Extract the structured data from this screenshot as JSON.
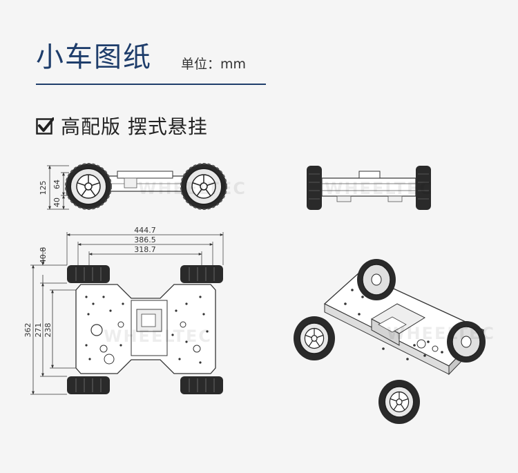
{
  "header": {
    "title": "小车图纸",
    "unit_label": "单位：mm"
  },
  "section": {
    "heading": "高配版 摆式悬挂",
    "checkbox_icon": "check-box-icon"
  },
  "watermark": "WHEELTEC",
  "side_view": {
    "dim_total_height": "125",
    "dim_wheel": "64",
    "dim_clearance": "40"
  },
  "top_view": {
    "dim_overall_width": "444.7",
    "dim_outer_track": "386.5",
    "dim_inner_track": "318.7",
    "dim_wheel_width": "40.8",
    "dim_overall_length": "362",
    "dim_wheelbase_outer": "271",
    "dim_wheelbase_inner": "238"
  },
  "colors": {
    "title": "#1e3d6b",
    "line": "#333333",
    "tire": "#222222"
  }
}
